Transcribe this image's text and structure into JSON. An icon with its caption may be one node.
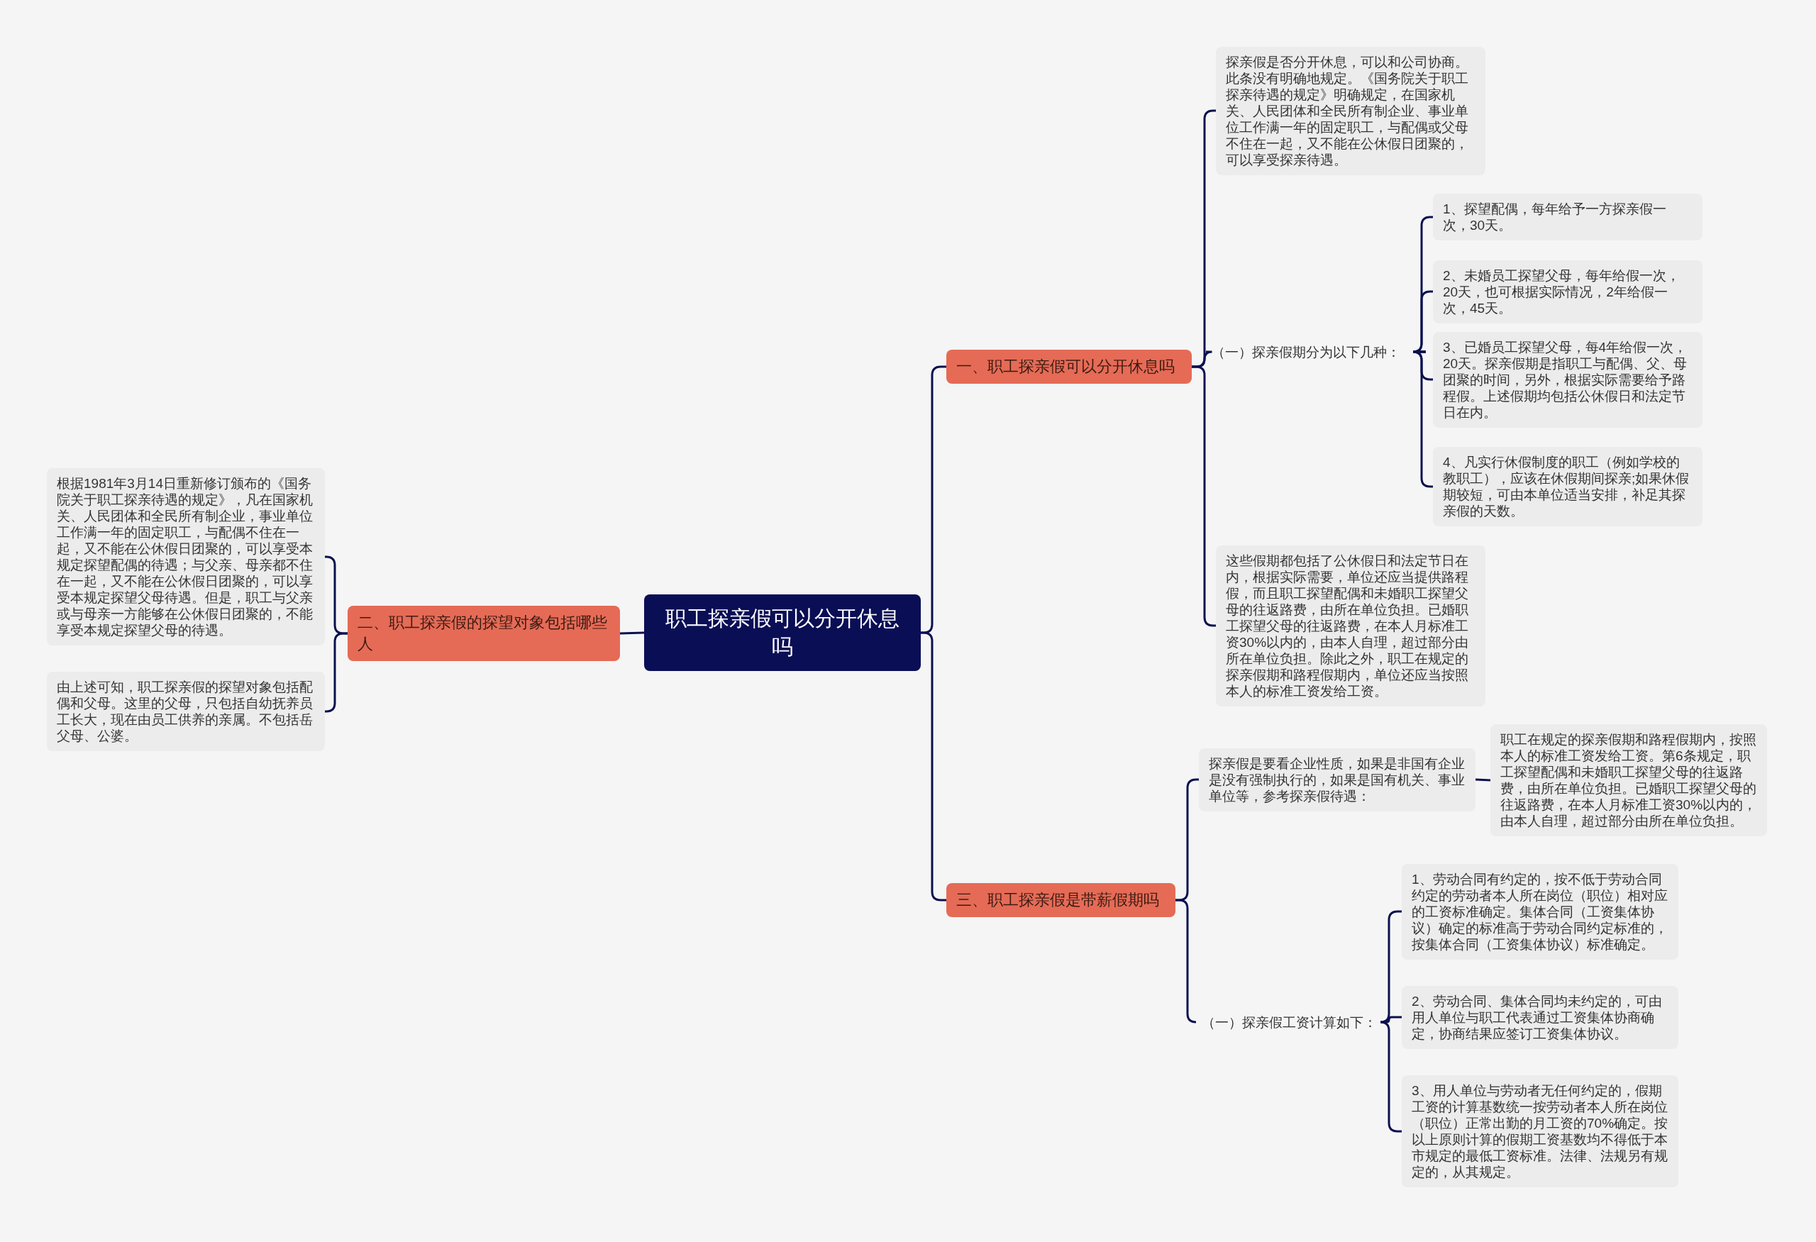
{
  "diagram": {
    "nodes": [
      {
        "text": [
          "职工探亲假可以分开休息吗"
        ]
      },
      {
        "text": [
          "一、职工探亲假可以分开休息吗"
        ]
      },
      {
        "text": [
          "探亲假是否分开休息，可以和公司协商。此条没有明确地规定。《国务院关于职工探亲待遇的规定》明确规定，在国家机关、人民团体和全民所有制企业、事业单位工作满一年的固定职工，与配偶或父母不住在一起，又不能在公休假日团聚的，可以享受探亲待遇。"
        ]
      },
      {
        "text": [
          "（一）探亲假期分为以下几种："
        ]
      },
      {
        "text": [
          "1、探望配偶，每年给予一方探亲假一次，30天。"
        ]
      },
      {
        "text": [
          "2、未婚员工探望父母，每年给假一次，20天，也可根据实际情况，2年给假一次，45天。"
        ]
      },
      {
        "text": [
          "3、已婚员工探望父母，每4年给假一次，20天。探亲假期是指职工与配偶、父、母团聚的时间，另外，根据实际需要给予路程假。上述假期均包括公休假日和法定节日在内。"
        ]
      },
      {
        "text": [
          "4、凡实行休假制度的职工（例如学校的教职工），应该在休假期间探亲;如果休假期较短，可由本单位适当安排，补足其探亲假的天数。"
        ]
      },
      {
        "text": [
          "这些假期都包括了公休假日和法定节日在内，根据实际需要，单位还应当提供路程假，而且职工探望配偶和未婚职工探望父母的往返路费，由所在单位负担。已婚职工探望父母的往返路费，在本人月标准工资30%以内的，由本人自理，超过部分由所在单位负担。除此之外，职工在规定的探亲假期和路程假期内，单位还应当按照本人的标准工资发给工资。"
        ]
      },
      {
        "text": [
          "二、职工探亲假的探望对象包括哪些人"
        ]
      },
      {
        "text": [
          "根据1981年3月14日重新修订颁布的《国务院关于职工探亲待遇的规定》，凡在国家机关、人民团体和全民所有制企业，事业单位工作满一年的固定职工，与配偶不住在一起，又不能在公休假日团聚的，可以享受本规定探望配偶的待遇；与父亲、母亲都不住在一起，又不能在公休假日团聚的，可以享受本规定探望父母待遇。但是，职工与父亲或与母亲一方能够在公休假日团聚的，不能享受本规定探望父母的待遇。"
        ]
      },
      {
        "text": [
          "由上述可知，职工探亲假的探望对象包括配偶和父母。这里的父母，只包括自幼抚养员工长大，现在由员工供养的亲属。不包括岳父母、公婆。"
        ]
      },
      {
        "text": [
          "三、职工探亲假是带薪假期吗"
        ]
      },
      {
        "text": [
          "探亲假是要看企业性质，如果是非国有企业是没有强制执行的，如果是国有机关、事业单位等，参考探亲假待遇："
        ]
      },
      {
        "text": [
          "职工在规定的探亲假期和路程假期内，按照本人的标准工资发给工资。第6条规定，职工探望配偶和未婚职工探望父母的往返路费，由所在单位负担。已婚职工探望父母的往返路费，在本人月标准工资30%以内的，由本人自理，超过部分由所在单位负担。"
        ]
      },
      {
        "text": [
          "（一）探亲假工资计算如下："
        ]
      },
      {
        "text": [
          "1、劳动合同有约定的，按不低于劳动合同约定的劳动者本人所在岗位（职位）相对应的工资标准确定。集体合同（工资集体协议）确定的标准高于劳动合同约定标准的，按集体合同（工资集体协议）标准确定。"
        ]
      },
      {
        "text": [
          "2、劳动合同、集体合同均未约定的，可由用人单位与职工代表通过工资集体协商确定，协商结果应签订工资集体协议。"
        ]
      },
      {
        "text": [
          "3、用人单位与劳动者无任何约定的，假期工资的计算基数统一按劳动者本人所在岗位（职位）正常出勤的月工资的70%确定。按以上原则计算的假期工资基数均不得低于本市规定的最低工资标准。法律、法规另有规定的，从其规定。"
        ]
      }
    ],
    "edges": [
      {
        "from": 0,
        "to": 1,
        "arrow": "none"
      },
      {
        "from": 0,
        "to": 9,
        "arrow": "none"
      },
      {
        "from": 0,
        "to": 12,
        "arrow": "none"
      },
      {
        "from": 1,
        "to": 2,
        "arrow": "none"
      },
      {
        "from": 1,
        "to": 3,
        "arrow": "none"
      },
      {
        "from": 1,
        "to": 8,
        "arrow": "none"
      },
      {
        "from": 3,
        "to": 4,
        "arrow": "none"
      },
      {
        "from": 3,
        "to": 5,
        "arrow": "none"
      },
      {
        "from": 3,
        "to": 6,
        "arrow": "none"
      },
      {
        "from": 3,
        "to": 7,
        "arrow": "none"
      },
      {
        "from": 9,
        "to": 10,
        "arrow": "none"
      },
      {
        "from": 9,
        "to": 11,
        "arrow": "none"
      },
      {
        "from": 12,
        "to": 13,
        "arrow": "none"
      },
      {
        "from": 12,
        "to": 15,
        "arrow": "none"
      },
      {
        "from": 13,
        "to": 14,
        "arrow": "none"
      },
      {
        "from": 15,
        "to": 16,
        "arrow": "none"
      },
      {
        "from": 15,
        "to": 17,
        "arrow": "none"
      },
      {
        "from": 15,
        "to": 18,
        "arrow": "none"
      }
    ]
  }
}
